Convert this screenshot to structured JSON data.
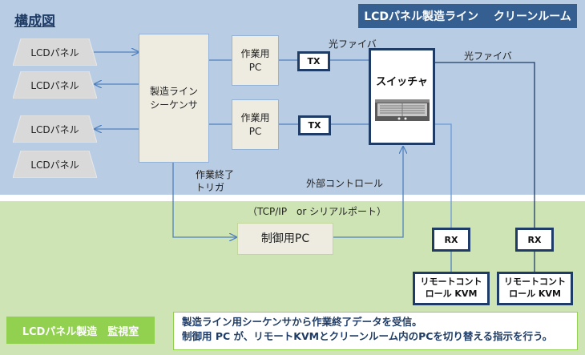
{
  "title": "構成図",
  "zones": {
    "clean_room": "LCDパネル製造ライン　 クリーンルーム",
    "monitor_room": "LCDパネル製造　監視室"
  },
  "lcd_panels": [
    "LCDパネル",
    "LCDパネル",
    "LCDパネル",
    "LCDパネル"
  ],
  "sequencer": {
    "line1": "製造ライン",
    "line2": "シーケンサ"
  },
  "work_pcs": [
    {
      "line1": "作業用",
      "line2": "PC"
    },
    {
      "line1": "作業用",
      "line2": "PC"
    }
  ],
  "tx": [
    "TX",
    "TX"
  ],
  "switch": {
    "label": "スイッチャ",
    "icon": "rack-device-icon"
  },
  "fiber_labels": [
    "光ファイバ",
    "光ファイバ"
  ],
  "trigger_label": {
    "line1": "作業終了",
    "line2": "トリガ"
  },
  "external_control_label": "外部コントロール",
  "protocol_label": "（TCP/IP　or シリアルポート）",
  "control_pc": "制御用PC",
  "rx": [
    "RX",
    "RX"
  ],
  "kvm": [
    {
      "line1": "リモートコント",
      "line2": "ロール KVM"
    },
    {
      "line1": "リモートコント",
      "line2": "ロール KVM"
    }
  ],
  "description": {
    "line1": "製造ライン用シーケンサから作業終了データを受信。",
    "line2": "制御用 PC が、リモートKVMとクリーンルーム内のPCを切り替える指示を行う。"
  },
  "colors": {
    "clean_room_bg": "#b8cce4",
    "monitor_room_bg": "#cfe4b4",
    "accent_dark": "#1f3c66",
    "line_blue": "#4f81bd",
    "green": "#92d050"
  }
}
